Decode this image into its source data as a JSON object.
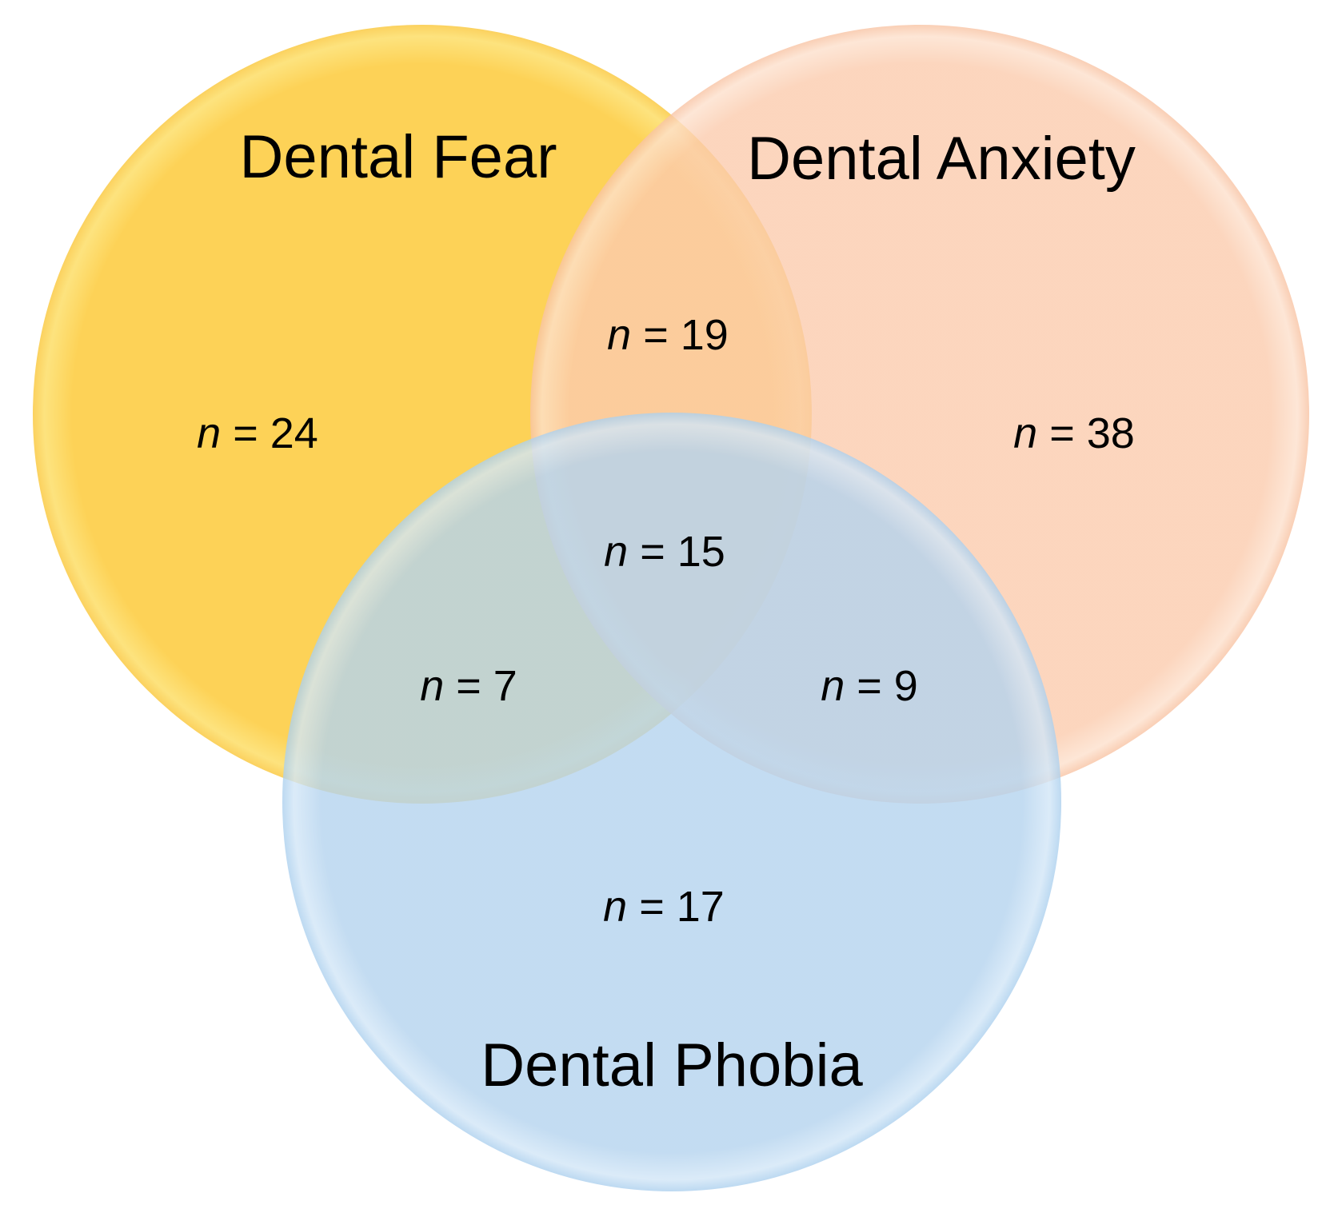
{
  "colors": {
    "dental_fear": "#fdd152",
    "dental_anxiety": "#fbcbad",
    "dental_phobia": "#b4d3ee",
    "text": "#000000"
  },
  "sets": {
    "dental_fear": "Dental Fear",
    "dental_anxiety": "Dental Anxiety",
    "dental_phobia": "Dental Phobia"
  },
  "regions": {
    "fear_only": {
      "var": "n",
      "text": " = 24"
    },
    "anxiety_only": {
      "var": "n",
      "text": " = 38"
    },
    "phobia_only": {
      "var": "n",
      "text": " = 17"
    },
    "fear_anxiety": {
      "var": "n",
      "text": " = 19"
    },
    "fear_phobia": {
      "var": "n",
      "text": " = 7"
    },
    "anxiety_phobia": {
      "var": "n",
      "text": " = 9"
    },
    "all_three": {
      "var": "n",
      "text": " = 15"
    }
  }
}
